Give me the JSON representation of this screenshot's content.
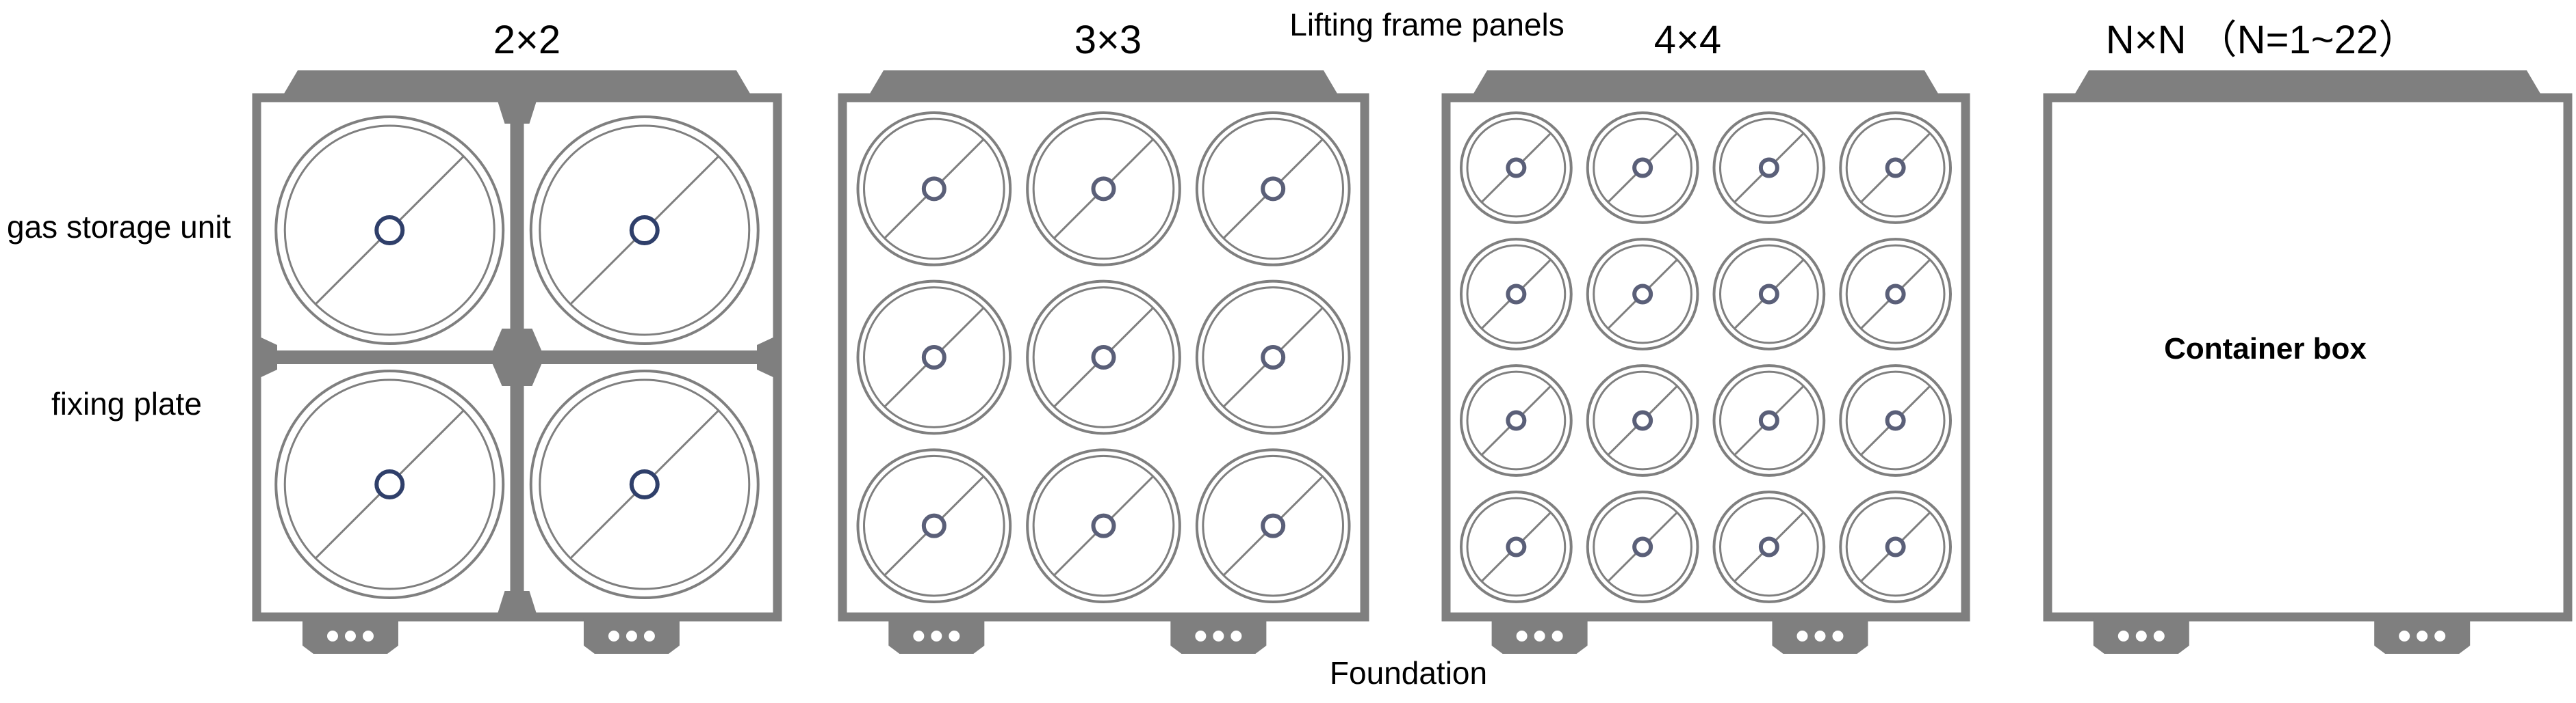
{
  "header": {
    "label": "Lifting frame panels"
  },
  "footer": {
    "label": "Foundation"
  },
  "side_labels": {
    "gas_storage_unit": "gas storage unit",
    "fixing_plate": "fixing plate"
  },
  "panels": [
    {
      "title": "2×2",
      "grid": 2
    },
    {
      "title": "3×3",
      "grid": 3
    },
    {
      "title": "4×4",
      "grid": 4
    },
    {
      "title": "N×N （N=1~22）",
      "grid": 0,
      "center_label": "Container box"
    }
  ],
  "colors": {
    "frame": "#7f7f7f",
    "hub_2x2": "#2f3f6a",
    "hub_other": "#5a5f78",
    "background": "#ffffff"
  }
}
